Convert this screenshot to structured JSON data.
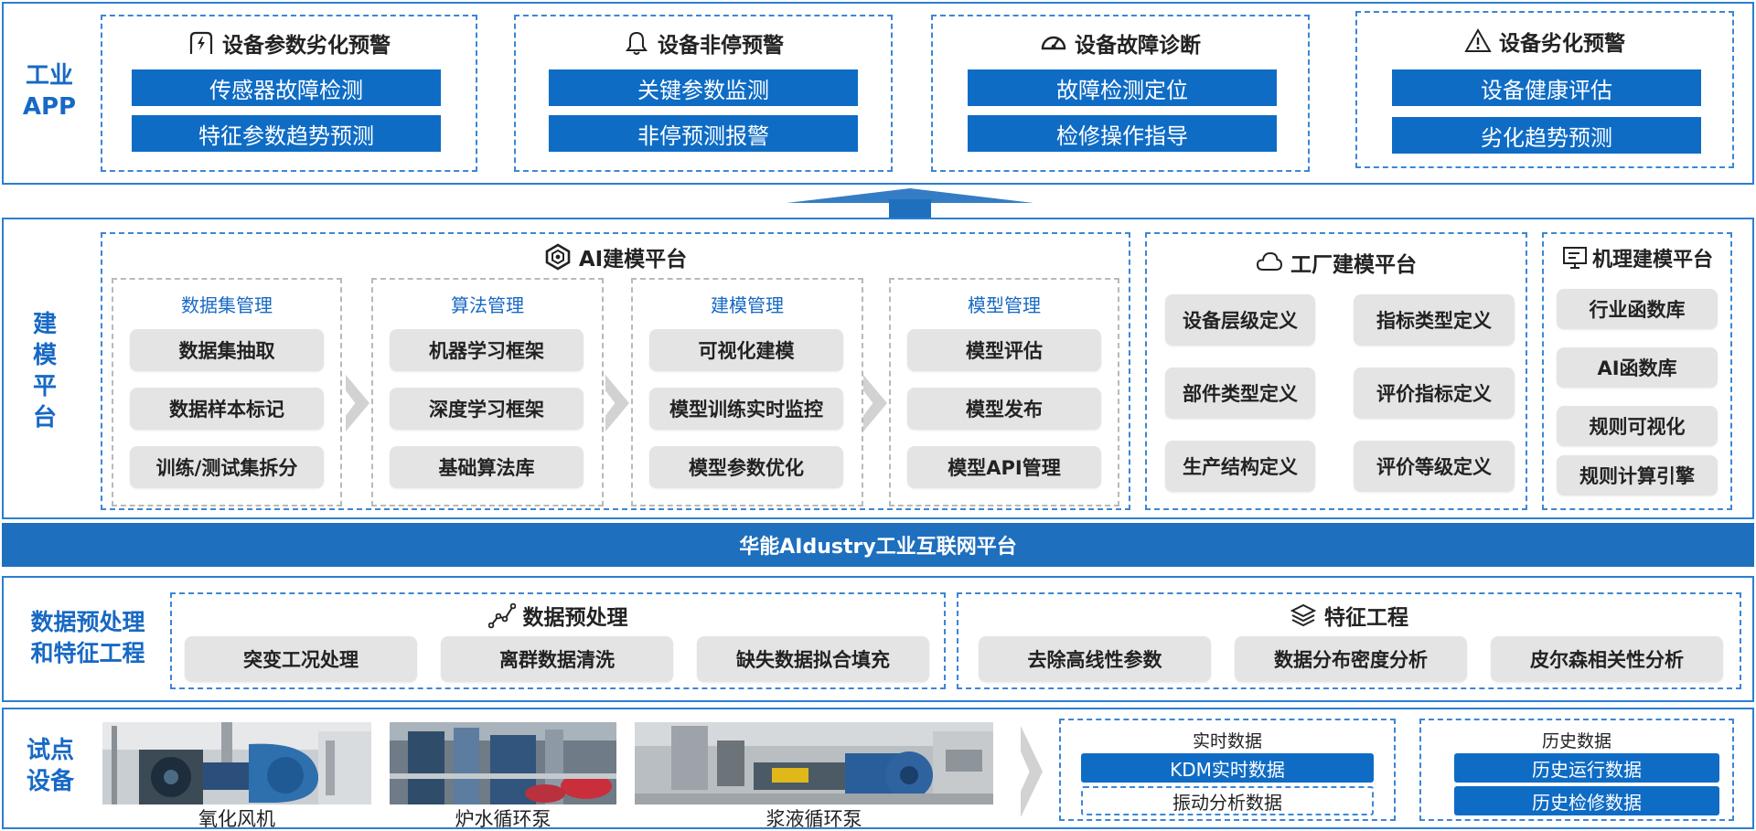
{
  "industry_app": {
    "label": "工业\nAPP",
    "cards": [
      {
        "icon": "lightning-shield-icon",
        "title": "设备参数劣化预警",
        "items": [
          "传感器故障检测",
          "特征参数趋势预测"
        ]
      },
      {
        "icon": "bell-icon",
        "title": "设备非停预警",
        "items": [
          "关键参数监测",
          "非停预测报警"
        ]
      },
      {
        "icon": "gauge-icon",
        "title": "设备故障诊断",
        "items": [
          "故障检测定位",
          "检修操作指导"
        ]
      },
      {
        "icon": "warning-icon",
        "title": "设备劣化预警",
        "items": [
          "设备健康评估",
          "劣化趋势预测"
        ]
      }
    ]
  },
  "modeling": {
    "label": "建\n模\n平\n台",
    "ai_platform": {
      "icon": "ai-hex-icon",
      "title": "AI建模平台",
      "groups": [
        {
          "title": "数据集管理",
          "items": [
            "数据集抽取",
            "数据样本标记",
            "训练/测试集拆分"
          ]
        },
        {
          "title": "算法管理",
          "items": [
            "机器学习框架",
            "深度学习框架",
            "基础算法库"
          ]
        },
        {
          "title": "建模管理",
          "items": [
            "可视化建模",
            "模型训练实时监控",
            "模型参数优化"
          ]
        },
        {
          "title": "模型管理",
          "items": [
            "模型评估",
            "模型发布",
            "模型API管理"
          ]
        }
      ]
    },
    "factory_platform": {
      "icon": "cloud-icon",
      "title": "工厂建模平台",
      "items": [
        "设备层级定义",
        "指标类型定义",
        "部件类型定义",
        "评价指标定义",
        "生产结构定义",
        "评价等级定义"
      ]
    },
    "mechanism_platform": {
      "icon": "monitor-icon",
      "title": "机理建模平台",
      "items": [
        "行业函数库",
        "AI函数库",
        "规则可视化",
        "规则计算引擎"
      ]
    }
  },
  "platform_bar": {
    "label": "华能AIdustry工业互联网平台"
  },
  "preprocessing": {
    "label": "数据预处理\n和特征工程",
    "data_pre": {
      "icon": "line-chart-icon",
      "title": "数据预处理",
      "items": [
        "突变工况处理",
        "离群数据清洗",
        "缺失数据拟合填充"
      ]
    },
    "feature": {
      "icon": "layers-icon",
      "title": "特征工程",
      "items": [
        "去除高线性参数",
        "数据分布密度分析",
        "皮尔森相关性分析"
      ]
    }
  },
  "pilot": {
    "label": "试点\n设备",
    "equipment": [
      "氧化风机",
      "炉水循环泵",
      "浆液循环泵"
    ],
    "realtime": {
      "title": "实时数据",
      "items": [
        "KDM实时数据",
        "振动分析数据"
      ]
    },
    "history": {
      "title": "历史数据",
      "items": [
        "历史运行数据",
        "历史检修数据"
      ]
    }
  },
  "colors": {
    "accent": "#0f6cc5",
    "label_blue": "#1769c4",
    "chip_grey": "#e4e4e4",
    "bar_blue": "#1e6fbe"
  }
}
